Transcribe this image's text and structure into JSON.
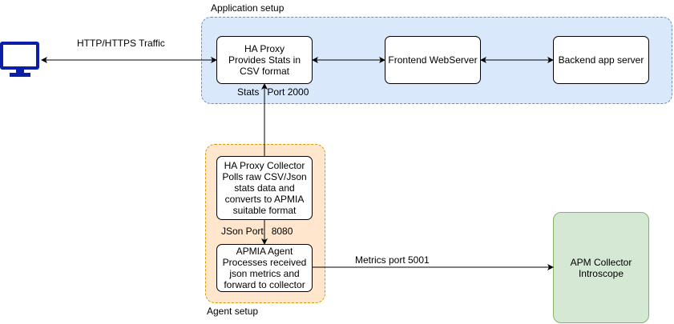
{
  "groups": {
    "application": {
      "label": "Application setup",
      "fill": "#dae8fc",
      "stroke": "#6c8ebf"
    },
    "agent": {
      "label": "Agent setup",
      "fill": "#ffe6cc",
      "stroke": "#d79b00"
    }
  },
  "nodes": {
    "haproxy": "HA Proxy\nProvides Stats in\nCSV format",
    "frontend": "Frontend WebServer",
    "backend": "Backend app server",
    "collector": "HA Proxy Collector\nPolls raw CSV/Json\nstats data and\nconverts to APMIA\nsuitable format",
    "apmia": "APMIA Agent\nProcesses received\njson metrics and\nforward to collector",
    "apm": "APM Collector\nIntroscope"
  },
  "apm_style": {
    "fill": "#d5e8d4",
    "stroke": "#82b366"
  },
  "edges": {
    "http_traffic": "HTTP/HTTPS Traffic",
    "stats_port": "Stats   Port 2000",
    "json_port": "JSon Port   8080",
    "metrics_port": "Metrics port 5001"
  },
  "icons": {
    "client": "monitor-icon",
    "client_color": "#0a1ea8"
  }
}
